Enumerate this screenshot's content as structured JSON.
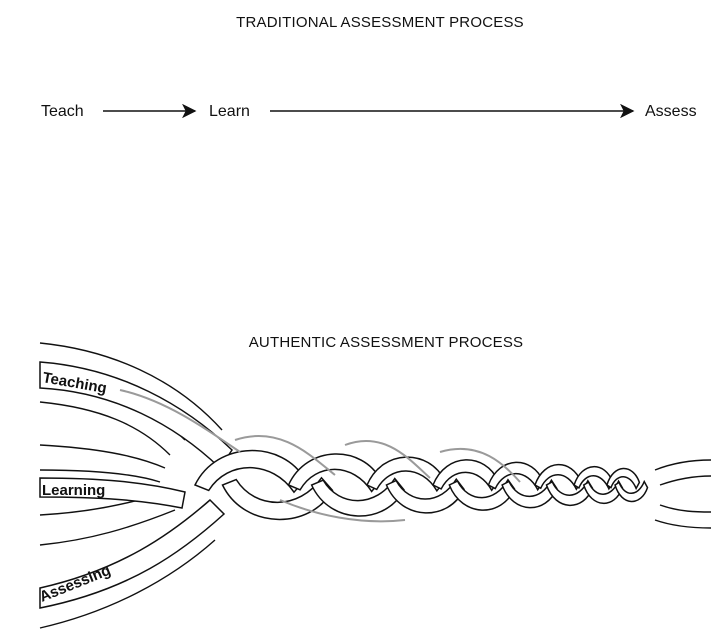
{
  "traditional": {
    "title": "TRADITIONAL ASSESSMENT PROCESS",
    "steps": [
      "Teach",
      "Learn",
      "Assess"
    ]
  },
  "authentic": {
    "title": "AUTHENTIC ASSESSMENT PROCESS",
    "strands": [
      "Teaching",
      "Learning",
      "Assessing"
    ]
  },
  "colors": {
    "ink": "#111111",
    "strand_fill": "#ffffff",
    "shadow": "#9a9a9a"
  }
}
